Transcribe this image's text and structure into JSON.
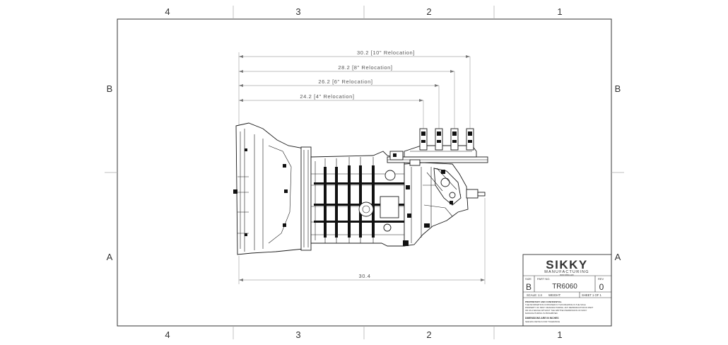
{
  "zones": {
    "columns": [
      "4",
      "3",
      "2",
      "1"
    ],
    "rows": [
      "B",
      "A"
    ]
  },
  "dimensions": {
    "reloc_10": "30.2 [10\" Relocation]",
    "reloc_8": "28.2 [8\" Relocation]",
    "reloc_6": "26.2 [6\" Relocation]",
    "reloc_4": "24.2 [4\" Relocation]",
    "overall_length": "30.4"
  },
  "title_block": {
    "logo_text": "SIKKY",
    "logo_subtext": "MANUFACTURING",
    "logo_tagline": "www.sikky.com",
    "size_label": "SIZE",
    "size_value": "B",
    "part_no_label": "PART NO.",
    "part_no_value": "TR6060",
    "rev_label": "REV",
    "rev_value": "0",
    "scale_text": "SCALE: 1:4",
    "weight_text": "WEIGHT:",
    "sheet_text": "SHEET 1 OF 1",
    "proprietary_lines": [
      "PROPRIETARY AND CONFIDENTIAL",
      "THE INFORMATION CONTAINED IN THIS DRAWING IS THE SOLE",
      "PROPERTY OF SIKKY MANUFACTURING. ANY REPRODUCTION IN PART",
      "OR AS A WHOLE WITHOUT THE WRITTEN PERMISSION OF SIKKY",
      "MANUFACTURING IS PROHIBITED."
    ],
    "dims_note": "DIMENSIONS ARE IN INCHES",
    "tolerance_note": "SEE ENG DETAILS FOR TOLERANCE"
  }
}
